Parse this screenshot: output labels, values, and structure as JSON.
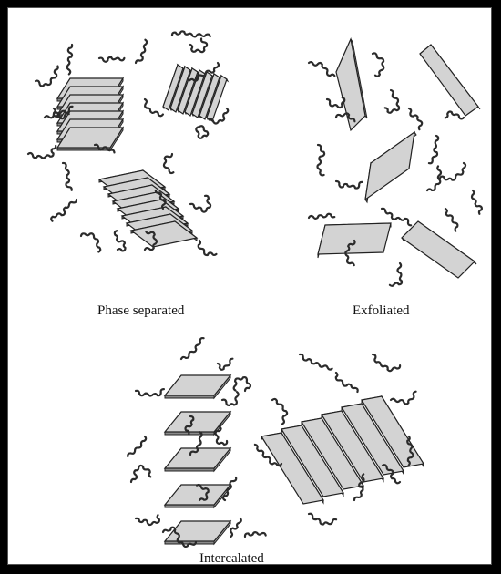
{
  "figure": {
    "panels": [
      {
        "id": "phase-separated",
        "caption": "Phase separated"
      },
      {
        "id": "exfoliated",
        "caption": "Exfoliated"
      },
      {
        "id": "intercalated",
        "caption": "Intercalated"
      }
    ]
  },
  "colors": {
    "border": "#000000",
    "background": "#ffffff",
    "layer_fill": "#d3d3d3",
    "stroke": "#222222",
    "chain": "#2b2b2b"
  },
  "icons": [
    "clay-platelet-stack",
    "polymer-chain",
    "exfoliated-platelet",
    "intercalated-platelet"
  ]
}
